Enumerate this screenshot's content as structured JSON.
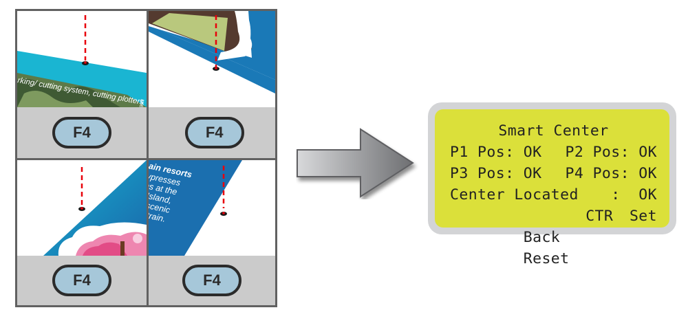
{
  "diagram": {
    "title": "Smart Center procedure",
    "grid": {
      "cells": [
        {
          "position": "top-left",
          "button_label": "F4",
          "art_caption": "rking/ cutting system, cutting plotters",
          "art_caption_vertical": "ure",
          "colors": {
            "band": "#1ab5d2",
            "terrain": "#5d7a48"
          }
        },
        {
          "position": "top-right",
          "button_label": "F4",
          "colors": {
            "band": "#1a79b7",
            "land": "#b9c87d",
            "land_dark": "#543a2f"
          }
        },
        {
          "position": "bottom-left",
          "button_label": "F4",
          "colors": {
            "band": "#1a79b7",
            "blossom": "#ee86b0"
          }
        },
        {
          "position": "bottom-right",
          "button_label": "F4",
          "art_lines": [
            "ain resorts",
            "ypresses",
            "es at the",
            "Island,",
            "scenic",
            "train."
          ],
          "colors": {
            "band": "#1b6faf"
          }
        }
      ],
      "marker_color": "#e8000b"
    },
    "arrow": {
      "direction": "right",
      "meaning": "leads-to"
    },
    "lcd": {
      "title": "Smart Center",
      "rows": [
        {
          "left": "P1 Pos: OK",
          "right": "P2 Pos: OK"
        },
        {
          "left": "P3 Pos: OK",
          "right": "P4 Pos: OK"
        },
        {
          "left": "Center Located",
          "right": ":  OK"
        }
      ],
      "softkeys": [
        "Back",
        "Reset",
        "CTR",
        "Set"
      ],
      "colors": {
        "screen": "#dbe03a",
        "bezel": "#d3d4d6",
        "text": "#222222"
      }
    }
  }
}
